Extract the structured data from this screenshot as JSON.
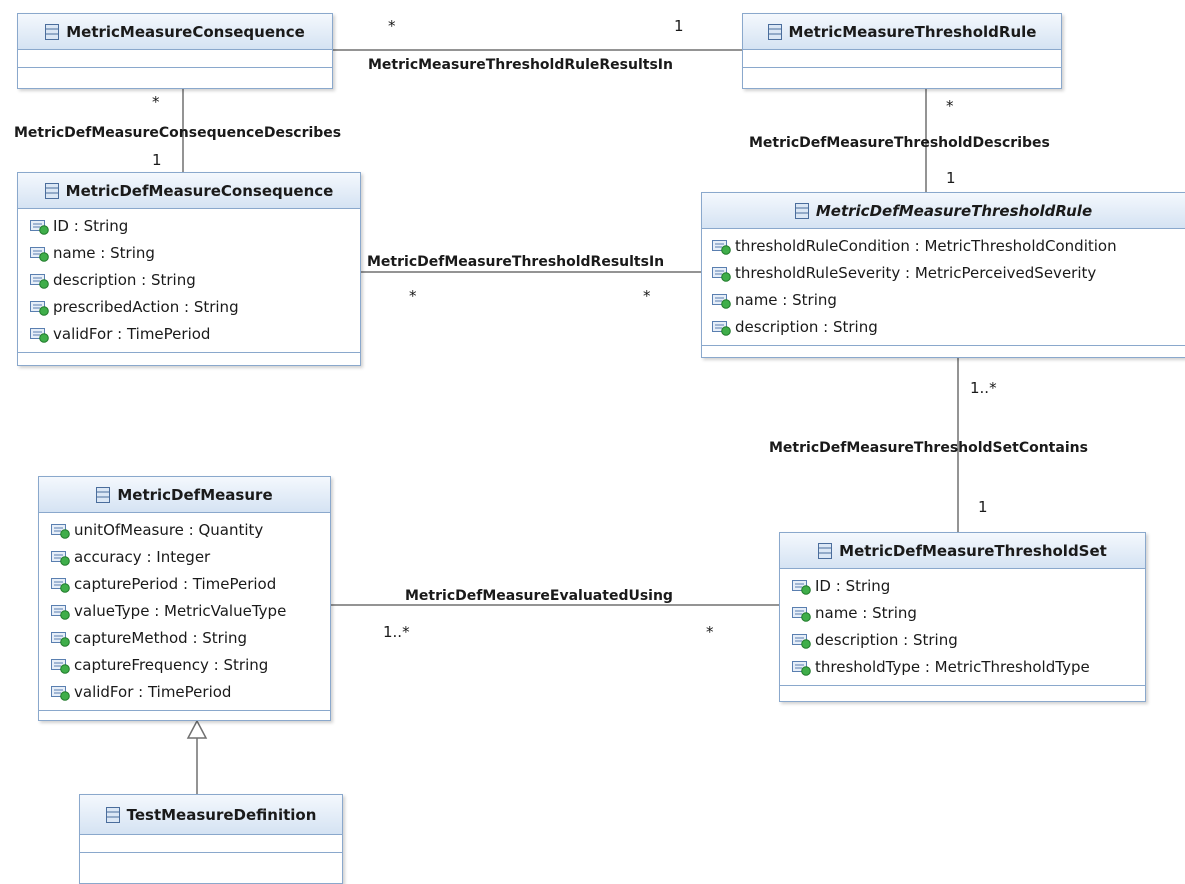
{
  "classes": {
    "metric_measure_consequence": {
      "name": "MetricMeasureConsequence"
    },
    "metric_measure_threshold_rule": {
      "name": "MetricMeasureThresholdRule"
    },
    "metric_def_measure_consequence": {
      "name": "MetricDefMeasureConsequence",
      "attributes": [
        "ID : String",
        "name : String",
        "description : String",
        "prescribedAction : String",
        "validFor : TimePeriod"
      ]
    },
    "metric_def_measure_threshold_rule": {
      "name": "MetricDefMeasureThresholdRule",
      "italic": true,
      "attributes": [
        "thresholdRuleCondition : MetricThresholdCondition",
        "thresholdRuleSeverity : MetricPerceivedSeverity",
        "name : String",
        "description : String"
      ]
    },
    "metric_def_measure": {
      "name": "MetricDefMeasure",
      "attributes": [
        "unitOfMeasure : Quantity",
        "accuracy : Integer",
        "capturePeriod : TimePeriod",
        "valueType : MetricValueType",
        "captureMethod : String",
        "captureFrequency : String",
        "validFor : TimePeriod"
      ]
    },
    "metric_def_measure_threshold_set": {
      "name": "MetricDefMeasureThresholdSet",
      "attributes": [
        "ID : String",
        "name : String",
        "description : String",
        "thresholdType : MetricThresholdType"
      ]
    },
    "test_measure_definition": {
      "name": "TestMeasureDefinition"
    }
  },
  "associations": {
    "threshold_rule_results_in": {
      "label": "MetricMeasureThresholdRuleResultsIn",
      "mult_a": "*",
      "mult_b": "1"
    },
    "consequence_describes": {
      "label": "MetricDefMeasureConsequenceDescribes",
      "mult_a": "*",
      "mult_b": "1"
    },
    "threshold_describes": {
      "label": "MetricDefMeasureThresholdDescribes",
      "mult_a": "*",
      "mult_b": "1"
    },
    "threshold_results_in": {
      "label": "MetricDefMeasureThresholdResultsIn",
      "mult_a": "*",
      "mult_b": "*"
    },
    "threshold_set_contains": {
      "label": "MetricDefMeasureThresholdSetContains",
      "mult_a": "1..*",
      "mult_b": "1"
    },
    "evaluated_using": {
      "label": "MetricDefMeasureEvaluatedUsing",
      "mult_a": "1..*",
      "mult_b": "*"
    }
  },
  "colors": {
    "border": "#8aa8cc",
    "header_top": "#f4f8fd",
    "header_bottom": "#d5e3f3",
    "line": "#707070"
  }
}
